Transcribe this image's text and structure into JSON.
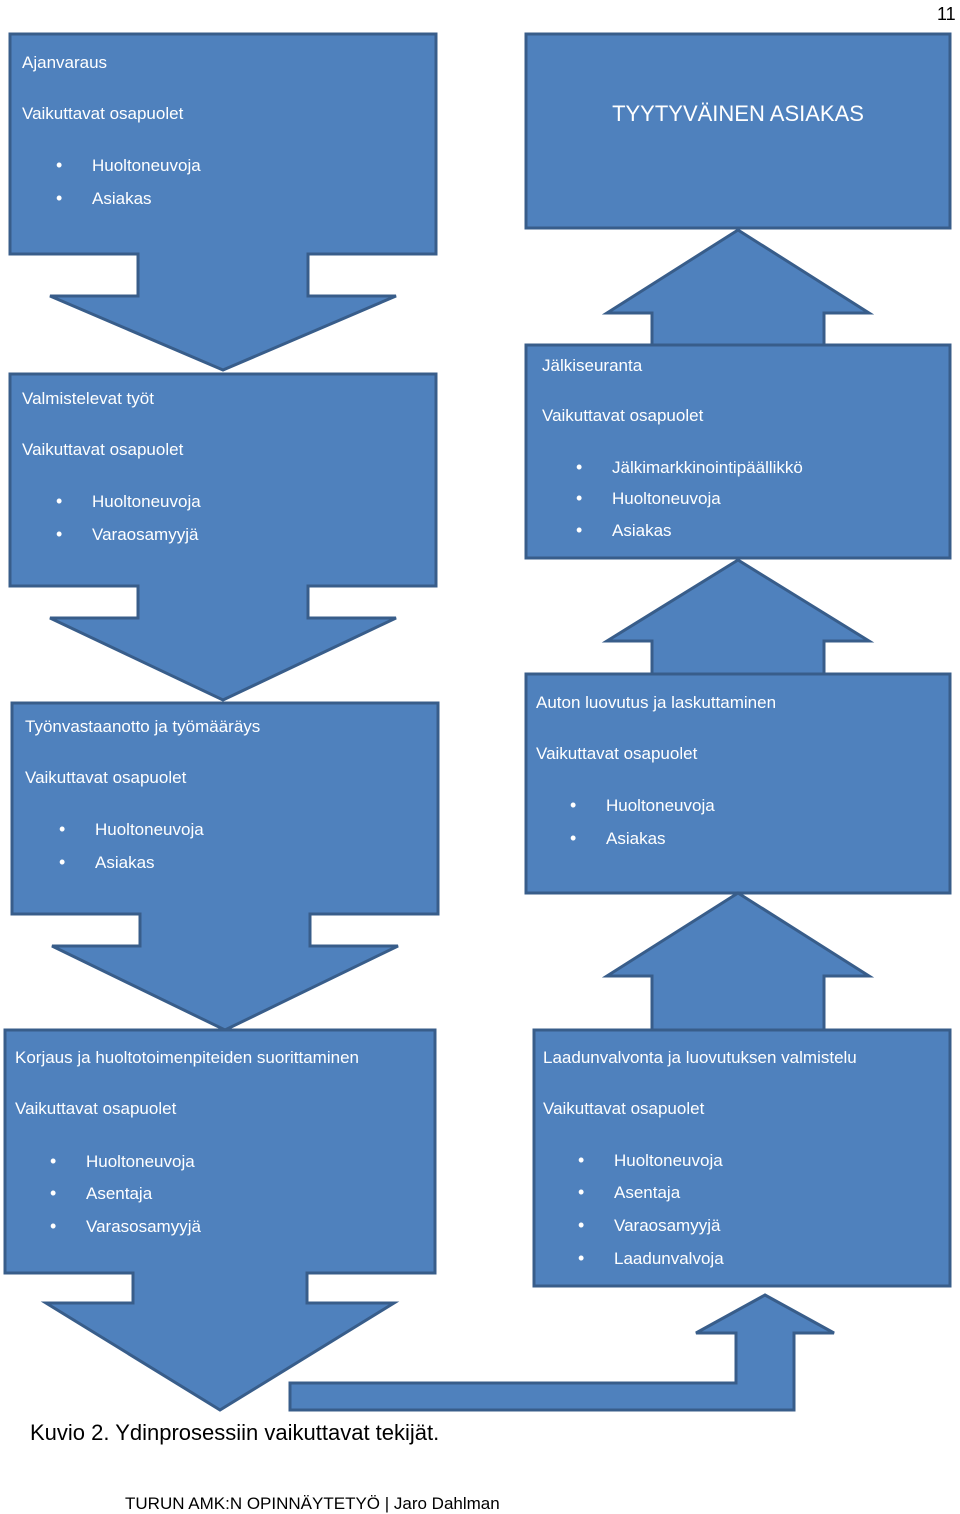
{
  "page_number": "11",
  "caption": "Kuvio 2. Ydinprosessiin vaikuttavat tekijät.",
  "footer": "TURUN AMK:N OPINNÄYTETYÖ | Jaro Dahlman",
  "colors": {
    "fill": "#4f81bd",
    "stroke": "#385d8a",
    "text": "#ffffff"
  },
  "steps": {
    "ajanvaraus": {
      "title": "Ajanvaraus",
      "subtitle": "Vaikuttavat osapuolet",
      "items": [
        "Huoltoneuvoja",
        "Asiakas"
      ]
    },
    "valmistelevat": {
      "title": "Valmistelevat työt",
      "subtitle": "Vaikuttavat osapuolet",
      "items": [
        "Huoltoneuvoja",
        "Varaosamyyjä"
      ]
    },
    "tyonvastaanotto": {
      "title": "Työnvastaanotto ja työmääräys",
      "subtitle": "Vaikuttavat osapuolet",
      "items": [
        "Huoltoneuvoja",
        "Asiakas"
      ]
    },
    "korjaus": {
      "title": "Korjaus ja huoltotoimenpiteiden suorittaminen",
      "subtitle": "Vaikuttavat osapuolet",
      "items": [
        "Huoltoneuvoja",
        "Asentaja",
        "Varasosamyyjä"
      ]
    },
    "laadunvalvonta": {
      "title": "Laadunvalvonta ja luovutuksen valmistelu",
      "subtitle": "Vaikuttavat osapuolet",
      "items": [
        "Huoltoneuvoja",
        "Asentaja",
        "Varaosamyyjä",
        "Laadunvalvoja"
      ]
    },
    "luovutus": {
      "title": "Auton luovutus ja laskuttaminen",
      "subtitle": "Vaikuttavat osapuolet",
      "items": [
        "Huoltoneuvoja",
        "Asiakas"
      ]
    },
    "jalkiseuranta": {
      "title": "Jälkiseuranta",
      "subtitle": "Vaikuttavat osapuolet",
      "items": [
        "Jälkimarkkinointipäällikkö",
        "Huoltoneuvoja",
        "Asiakas"
      ]
    },
    "tyytyvainen": {
      "title": "TYYTYVÄINEN ASIAKAS"
    }
  }
}
